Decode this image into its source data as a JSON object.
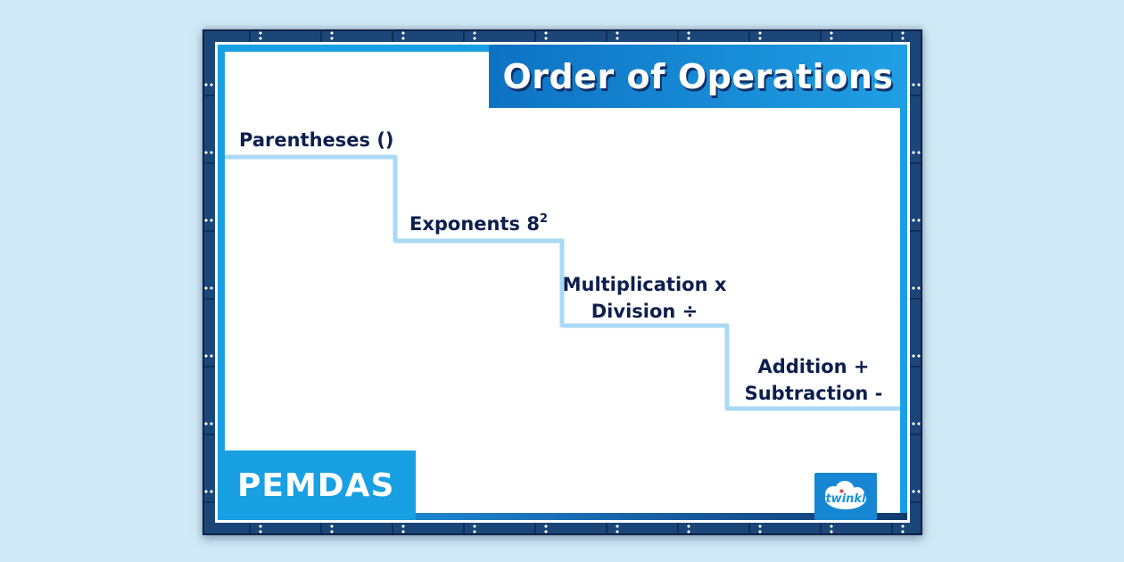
{
  "poster": {
    "title": "Order of Operations",
    "acronym": "PEMDAS",
    "steps": {
      "parentheses": "Parentheses ()",
      "exponents_base": "Exponents 8",
      "exponents_exponent": "2",
      "multiplication": "Multiplication x",
      "division": "Division ÷",
      "addition": "Addition +",
      "subtraction": "Subtraction -"
    },
    "logo": {
      "brand": "twinkl"
    }
  },
  "colors": {
    "page_background": "#cfe9f7",
    "frame_navy": "#1b4678",
    "accent_blue": "#18a0e3",
    "title_banner_gradient_start": "#0d72c4",
    "title_banner_gradient_end": "#209fe4",
    "bottom_stripe_dark": "#123a6e",
    "staircase_line": "#a9d9f4",
    "text_navy": "#0c1f4e",
    "logo_box_blue": "#1787d3",
    "logo_text_blue": "#1895d8",
    "logo_dot_red": "#e8413c"
  }
}
